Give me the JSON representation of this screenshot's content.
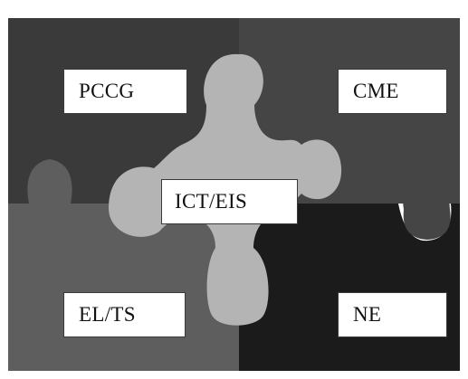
{
  "diagram": {
    "pieces": {
      "top_left": {
        "label": "PCCG",
        "color": "#3a3a3a"
      },
      "top_right": {
        "label": "CME",
        "color": "#454545"
      },
      "bottom_left": {
        "label": "EL/TS",
        "color": "#5e5e5e"
      },
      "bottom_right": {
        "label": "NE",
        "color": "#1b1b1b"
      },
      "center": {
        "label": "ICT/EIS",
        "color": "#b4b4b4"
      }
    },
    "frame_color": "#ffffff",
    "label_box_color": "#ffffff"
  }
}
